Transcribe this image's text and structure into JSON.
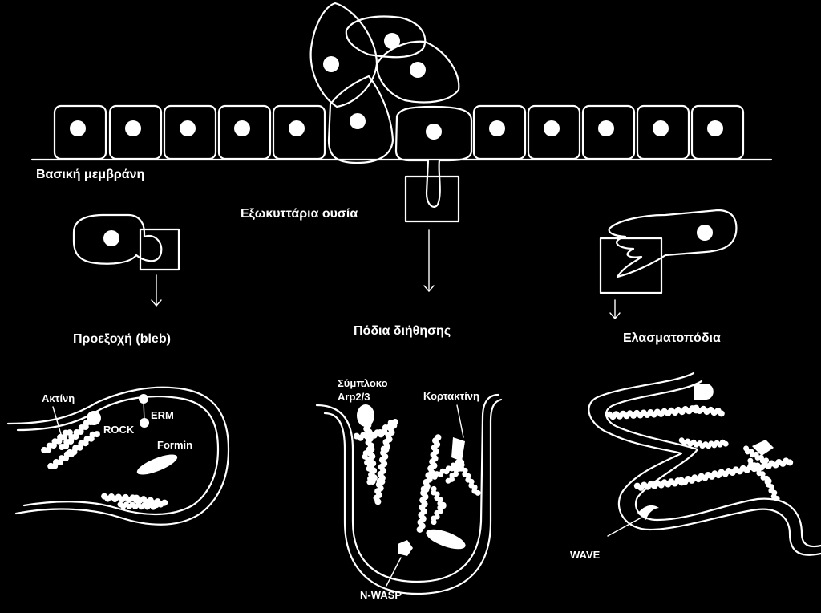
{
  "labels": {
    "basement_membrane": "Βασική μεμβράνη",
    "ecm": "Εξωκυττάρια ουσία",
    "bleb": "Προεξοχή (bleb)",
    "invadopodia": "Πόδια διήθησης",
    "lamellipodia": "Ελασματοπόδια"
  },
  "bleb_panel": {
    "actin": "Ακτίνη",
    "rock": "ROCK",
    "erm": "ERM",
    "formin": "Formin"
  },
  "invadopodia_panel": {
    "arp_line1": "Σύμπλοκο",
    "arp_line2": "Arp2/3",
    "cortactin": "Κορτακτίνη",
    "nwasp": "N-WASP"
  },
  "lamellipodia_panel": {
    "wave": "WAVE"
  },
  "colors": {
    "background": "#000000",
    "foreground": "#ffffff"
  }
}
